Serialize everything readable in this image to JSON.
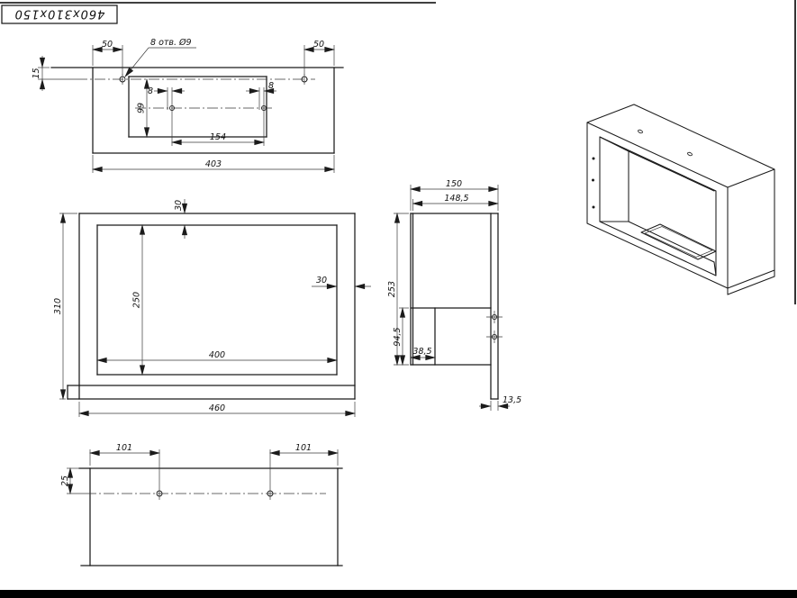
{
  "title_block": {
    "size_label": "460x310x150"
  },
  "top_view": {
    "d_50_left": "50",
    "d_50_right": "50",
    "d_15": "15",
    "holes_note": "8 отв. Ø9",
    "d_8_left": "8",
    "d_8_right": "8",
    "d_99": "99",
    "d_154": "154",
    "d_403": "403"
  },
  "front_view": {
    "d_30_top": "30",
    "d_30_right": "30",
    "d_310": "310",
    "d_250": "250",
    "d_400": "400",
    "d_460": "460"
  },
  "side_view": {
    "d_150": "150",
    "d_148_5": "148,5",
    "d_253": "253",
    "d_94_5": "94,5",
    "d_38_5": "38,5",
    "d_13_5": "13,5"
  },
  "bottom_view": {
    "d_101_left": "101",
    "d_101_right": "101",
    "d_25": "25"
  }
}
